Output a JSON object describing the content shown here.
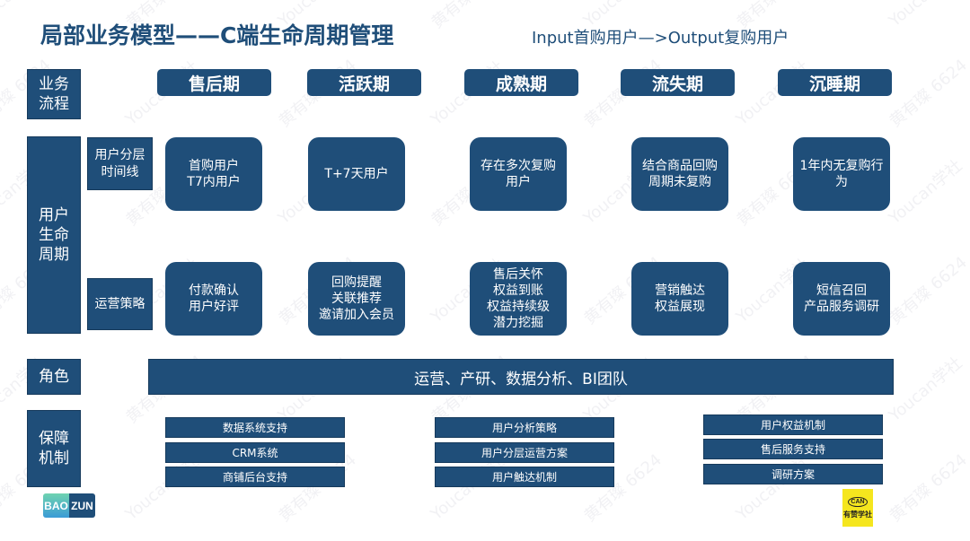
{
  "title": "局部业务模型——C端生命周期管理",
  "subtitle": "Input首购用户—>Output复购用户",
  "row_labels": {
    "process": "业务流程",
    "lifecycle": "用户生命周期",
    "timeline": "用户分层时间线",
    "strategy": "运营策略",
    "role": "角色",
    "support": "保障机制"
  },
  "phases": [
    {
      "name": "售后期",
      "timeline": "首购用户\nT7内用户",
      "strategy": "付款确认\n用户好评"
    },
    {
      "name": "活跃期",
      "timeline": "T+7天用户",
      "strategy": "回购提醒\n关联推荐\n邀请加入会员"
    },
    {
      "name": "成熟期",
      "timeline": "存在多次复购用户",
      "strategy": "售后关怀\n权益到账\n权益持续级\n潜力挖掘"
    },
    {
      "name": "流失期",
      "timeline": "结合商品回购周期未复购",
      "strategy": "营销触达\n权益展现"
    },
    {
      "name": "沉睡期",
      "timeline": "1年内无复购行为",
      "strategy": "短信召回\n产品服务调研"
    }
  ],
  "role_bar": "运营、产研、数据分析、BI团队",
  "support": [
    [
      "数据系统支持",
      "CRM系统",
      "商铺后台支持"
    ],
    [
      "用户分析策略",
      "用户分层运营方案",
      "用户触达机制"
    ],
    [
      "用户权益机制",
      "售后服务支持",
      "调研方案"
    ]
  ],
  "logos": {
    "left": "BAO ZUN",
    "right_top": "CAN",
    "right_bottom": "有赞学社"
  },
  "watermarks": [
    "Youcan学社",
    "黄有璨 6624"
  ],
  "colors": {
    "navy": "#1f4e79",
    "logo_yellow": "#f5e61e"
  }
}
